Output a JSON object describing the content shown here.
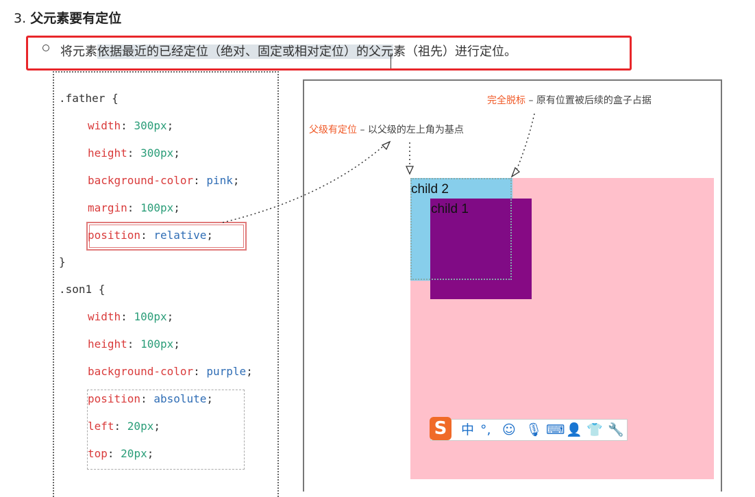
{
  "heading": {
    "number": "3.",
    "title": "父元素要有定位"
  },
  "callout": {
    "text_before": "将元素",
    "text_highlight": "依据最近的已经定位（绝对、固定或相对定位）的父元",
    "text_after": "素（祖先）进行定位。"
  },
  "code": {
    "lines": [
      {
        "sel": ".father {"
      },
      {
        "prop": "width",
        "val": "300px",
        "type": "num"
      },
      {
        "prop": "height",
        "val": "300px",
        "type": "num"
      },
      {
        "prop": "background-color",
        "val": "pink",
        "type": "kw"
      },
      {
        "prop": "margin",
        "val": "100px",
        "type": "num"
      },
      {
        "prop": "position",
        "val": "relative",
        "type": "kw"
      },
      {
        "sel": "}"
      },
      {
        "sel": ".son1 {"
      },
      {
        "prop": "width",
        "val": "100px",
        "type": "num"
      },
      {
        "prop": "height",
        "val": "100px",
        "type": "num"
      },
      {
        "prop": "background-color",
        "val": "purple",
        "type": "kw"
      },
      {
        "prop": "position",
        "val": "absolute",
        "type": "kw"
      },
      {
        "prop": "left",
        "val": "20px",
        "type": "num"
      },
      {
        "prop": "top",
        "val": "20px",
        "type": "num"
      }
    ]
  },
  "diagram": {
    "child2_label": "child 2",
    "child1_label": "child 1",
    "note1": {
      "emph": "完全脱标",
      "rest": " – 原有位置被后续的盒子占据"
    },
    "note2": {
      "emph": "父级有定位",
      "rest": " – 以父级的左上角为基点"
    }
  },
  "ime_toolbar": {
    "logo": "S",
    "items": [
      {
        "icon": "chinese-mode-icon",
        "glyph": "中"
      },
      {
        "icon": "punctuation-icon",
        "glyph": "°,"
      },
      {
        "icon": "emoji-icon",
        "glyph": "☺"
      },
      {
        "icon": "microphone-icon",
        "glyph": "🎙"
      },
      {
        "icon": "keyboard-icon",
        "glyph": "⌨"
      },
      {
        "icon": "user-icon",
        "glyph": "👤"
      },
      {
        "icon": "skin-icon",
        "glyph": "👕"
      },
      {
        "icon": "settings-wrench-icon",
        "glyph": "🔧"
      }
    ]
  },
  "colors": {
    "callout_border": "#e8262a",
    "pink": "#ffc0cb",
    "skyblue": "#87ceeb",
    "purple": "#800080",
    "note_accent": "#f05a28"
  }
}
